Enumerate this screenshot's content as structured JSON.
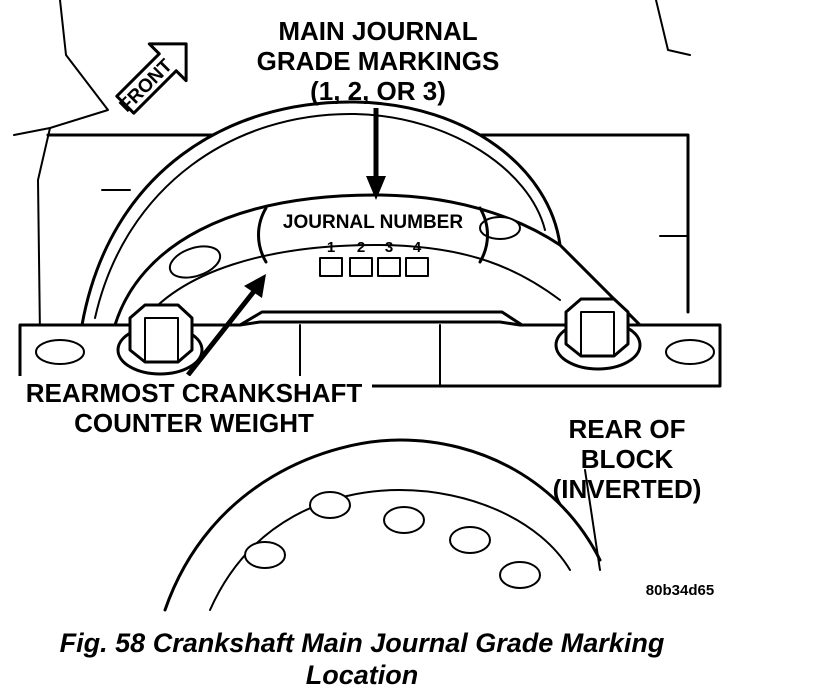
{
  "labels": {
    "main_journal": [
      "MAIN JOURNAL",
      "GRADE MARKINGS",
      "(1, 2, OR 3)"
    ],
    "front": "FRONT",
    "journal_number": "JOURNAL NUMBER",
    "journal_digits": [
      "1",
      "2",
      "3",
      "4"
    ],
    "rearmost": [
      "REARMOST CRANKSHAFT",
      "COUNTER WEIGHT"
    ],
    "rear_of_block": [
      "REAR OF",
      "BLOCK",
      "(INVERTED)"
    ],
    "figure_code": "80b34d65"
  },
  "caption": [
    "Fig. 58 Crankshaft Main Journal Grade Marking",
    "Location"
  ]
}
